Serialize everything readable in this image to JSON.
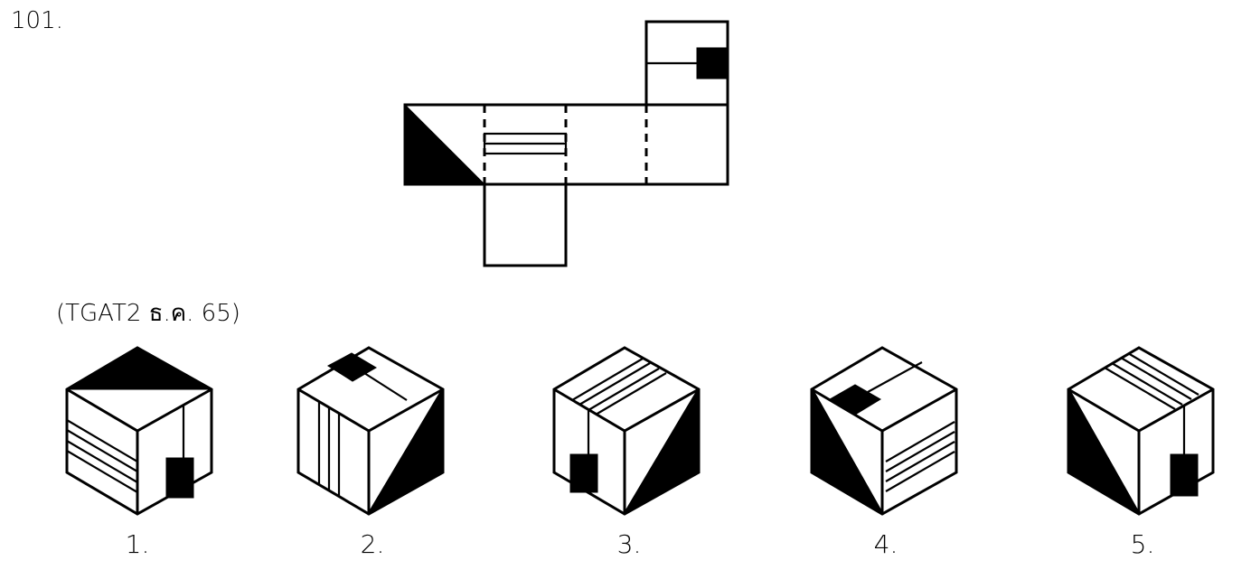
{
  "question": {
    "number": "101."
  },
  "source": "(TGAT2 ธ.ค. 65)",
  "options": [
    {
      "label": "1."
    },
    {
      "label": "2."
    },
    {
      "label": "3."
    },
    {
      "label": "4."
    },
    {
      "label": "5."
    }
  ]
}
